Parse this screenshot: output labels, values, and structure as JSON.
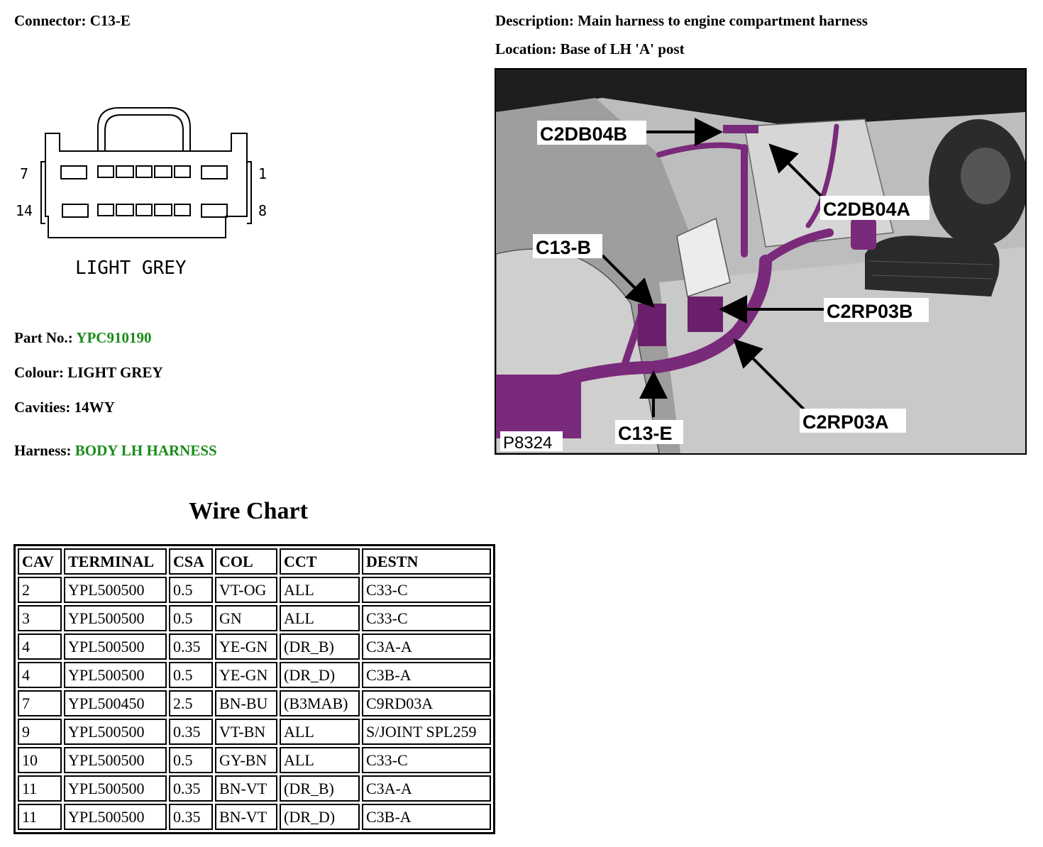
{
  "connector": {
    "label": "Connector:",
    "value": "C13-E"
  },
  "description": {
    "label": "Description:",
    "value": "Main harness to engine compartment harness"
  },
  "location": {
    "label": "Location:",
    "value": "Base of LH 'A' post"
  },
  "diagram": {
    "pin_top_left": "7",
    "pin_top_right": "1",
    "pin_bottom_left": "14",
    "pin_bottom_right": "8",
    "caption": "LIGHT GREY"
  },
  "part_no": {
    "label": "Part No.:",
    "value": "YPC910190"
  },
  "colour": {
    "label": "Colour:",
    "value": "LIGHT GREY"
  },
  "cavities": {
    "label": "Cavities:",
    "value": "14WY"
  },
  "harness": {
    "label": "Harness:",
    "value": "BODY LH HARNESS"
  },
  "wire_chart": {
    "title": "Wire Chart",
    "headers": [
      "CAV",
      "TERMINAL",
      "CSA",
      "COL",
      "CCT",
      "DESTN"
    ],
    "rows": [
      [
        "2",
        "YPL500500",
        "0.5",
        "VT-OG",
        "ALL",
        "C33-C"
      ],
      [
        "3",
        "YPL500500",
        "0.5",
        "GN",
        "ALL",
        "C33-C"
      ],
      [
        "4",
        "YPL500500",
        "0.35",
        "YE-GN",
        "(DR_B)",
        "C3A-A"
      ],
      [
        "4",
        "YPL500500",
        "0.5",
        "YE-GN",
        "(DR_D)",
        "C3B-A"
      ],
      [
        "7",
        "YPL500450",
        "2.5",
        "BN-BU",
        "(B3MAB)",
        "C9RD03A"
      ],
      [
        "9",
        "YPL500500",
        "0.35",
        "VT-BN",
        "ALL",
        "S/JOINT SPL259"
      ],
      [
        "10",
        "YPL500500",
        "0.5",
        "GY-BN",
        "ALL",
        "C33-C"
      ],
      [
        "11",
        "YPL500500",
        "0.35",
        "BN-VT",
        "(DR_B)",
        "C3A-A"
      ],
      [
        "11",
        "YPL500500",
        "0.35",
        "BN-VT",
        "(DR_D)",
        "C3B-A"
      ]
    ]
  },
  "photo": {
    "labels": {
      "c2db04b": "C2DB04B",
      "c2db04a": "C2DB04A",
      "c13b": "C13-B",
      "c2rp03b": "C2RP03B",
      "c2rp03a": "C2RP03A",
      "c13e": "C13-E",
      "ref": "P8324"
    },
    "harness_color": "#7a2a7a"
  }
}
